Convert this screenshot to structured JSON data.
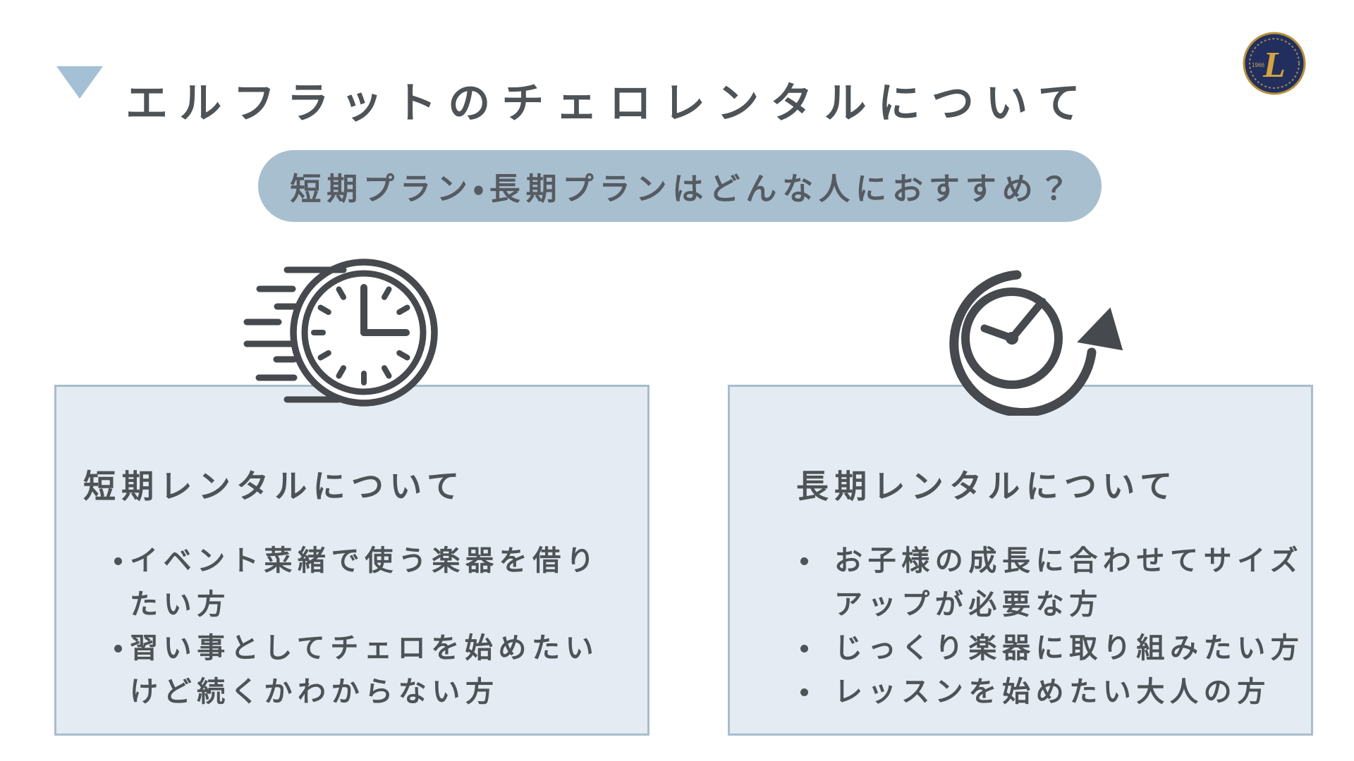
{
  "header": {
    "title": "エルフラットのチェロレンタルについて",
    "logo": {
      "letter": "L",
      "year": "1966"
    }
  },
  "banner": {
    "text": "短期プラン・長期プランはどんな人におすすめ？"
  },
  "cards": [
    {
      "title": "短期レンタルについて",
      "icon": "speeding-clock-icon",
      "bullets": [
        "イベント菜緒で使う楽器を借りたい方",
        "習い事としてチェロを始めたいけど続くかわからない方"
      ]
    },
    {
      "title": "長期レンタルについて",
      "icon": "clock-refresh-icon",
      "bullets": [
        "お子様の成長に合わせてサイズアップが必要な方",
        "じっくり楽器に取り組みたい方",
        "レッスンを始めたい大人の方"
      ]
    }
  ],
  "colors": {
    "accent_light": "#a8bfd0",
    "triangle": "#a4c0d5",
    "card_bg": "#e4ebf2",
    "card_border": "#a8bdcc",
    "text": "#4e5357",
    "icon": "#46494d",
    "logo_navy": "#222f5e",
    "logo_gold": "#c9a23c"
  }
}
